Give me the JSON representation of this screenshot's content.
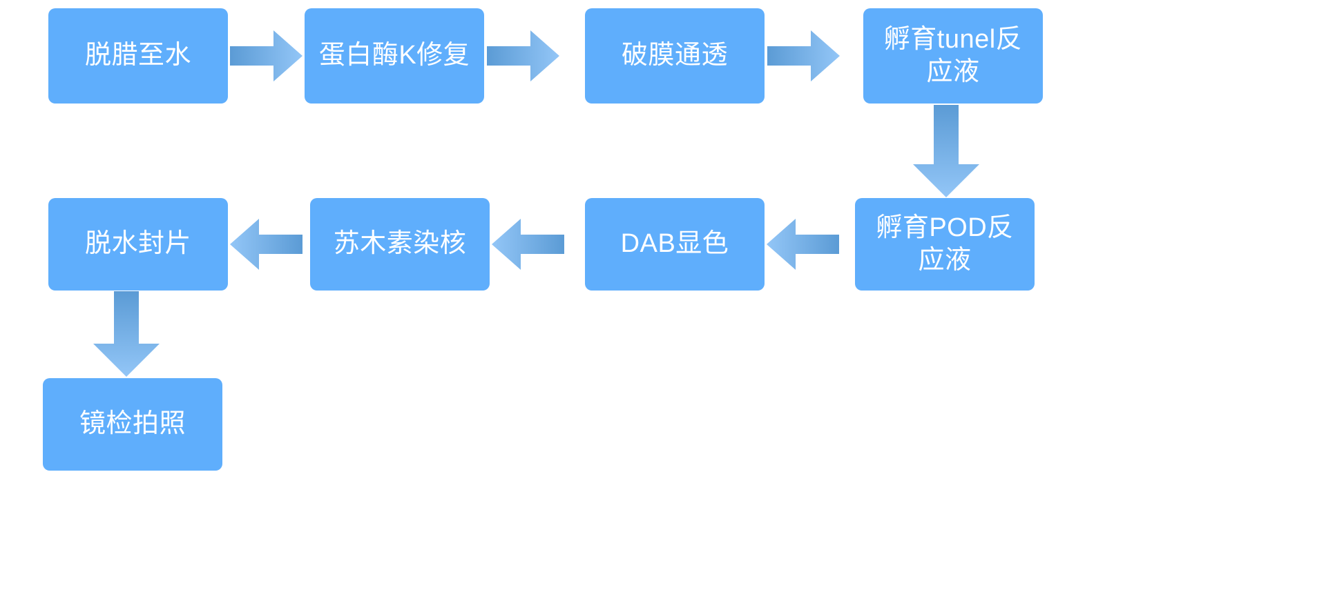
{
  "diagram": {
    "title": "TUNEL staining experimental workflow flowchart",
    "background_color": "#FFFFFF",
    "node_fill_color": "#5FAEFC",
    "node_text_color": "#FFFFFF",
    "arrow_color_dark": "#5B9BD5",
    "arrow_color_light": "#8CC3F5",
    "nodes": [
      {
        "id": "n1",
        "label": "脱腊至水"
      },
      {
        "id": "n2",
        "label": "蛋白酶K修复"
      },
      {
        "id": "n3",
        "label": "破膜通透"
      },
      {
        "id": "n4",
        "label": "孵育tunel反\n应液"
      },
      {
        "id": "n5",
        "label": "孵育POD反\n应液"
      },
      {
        "id": "n6",
        "label": "DAB显色"
      },
      {
        "id": "n7",
        "label": "苏木素染核"
      },
      {
        "id": "n8",
        "label": "脱水封片"
      },
      {
        "id": "n9",
        "label": "镜检拍照"
      }
    ],
    "edges": [
      {
        "id": "e1",
        "from": "n1",
        "to": "n2",
        "direction": "right"
      },
      {
        "id": "e2",
        "from": "n2",
        "to": "n3",
        "direction": "right"
      },
      {
        "id": "e3",
        "from": "n3",
        "to": "n4",
        "direction": "right"
      },
      {
        "id": "e4",
        "from": "n4",
        "to": "n5",
        "direction": "down"
      },
      {
        "id": "e5",
        "from": "n5",
        "to": "n6",
        "direction": "left"
      },
      {
        "id": "e6",
        "from": "n6",
        "to": "n7",
        "direction": "left"
      },
      {
        "id": "e7",
        "from": "n7",
        "to": "n8",
        "direction": "left"
      },
      {
        "id": "e8",
        "from": "n8",
        "to": "n9",
        "direction": "down"
      }
    ]
  }
}
